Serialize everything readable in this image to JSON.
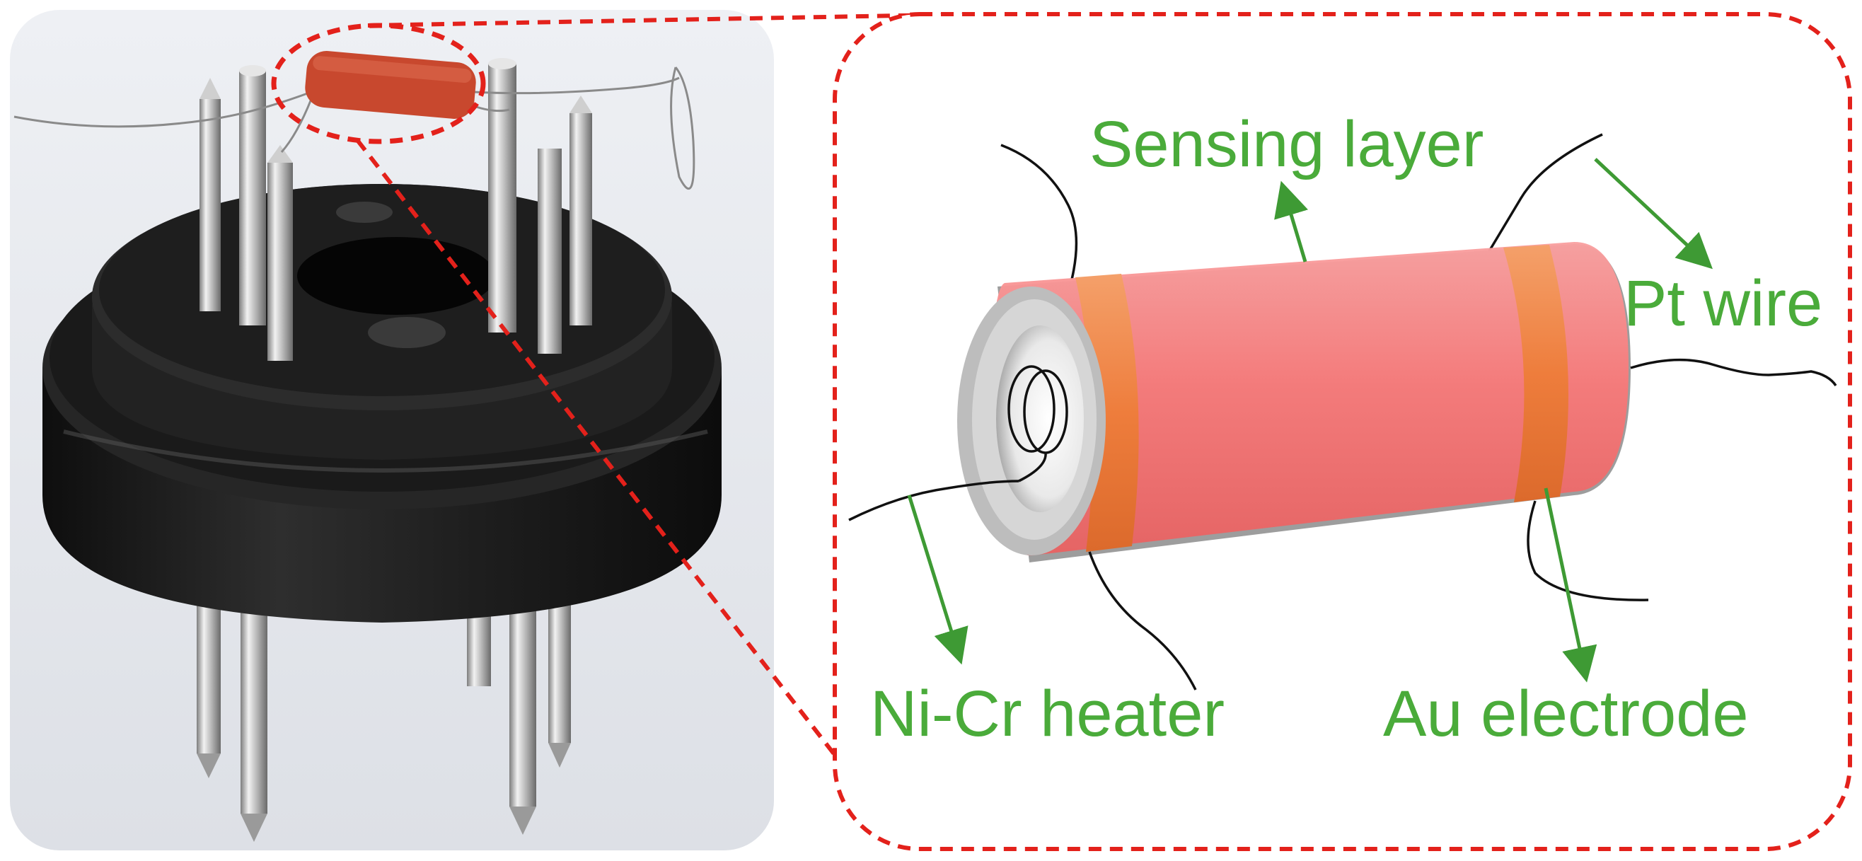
{
  "labels": {
    "sensing_layer": "Sensing layer",
    "pt_wire": "Pt wire",
    "ni_cr_heater": "Ni-Cr heater",
    "au_electrode": "Au electrode"
  },
  "colors": {
    "label_green": "#4aab3a",
    "arrow_green": "#3e9a34",
    "callout_red": "#e3211b",
    "tube_pink": "#f77a7a",
    "electrode_orange": "#ee7d3c",
    "sensor_brick": "#c8482e",
    "socket_black": "#1c1c1c",
    "pin_silver": "#c9c9c9"
  }
}
